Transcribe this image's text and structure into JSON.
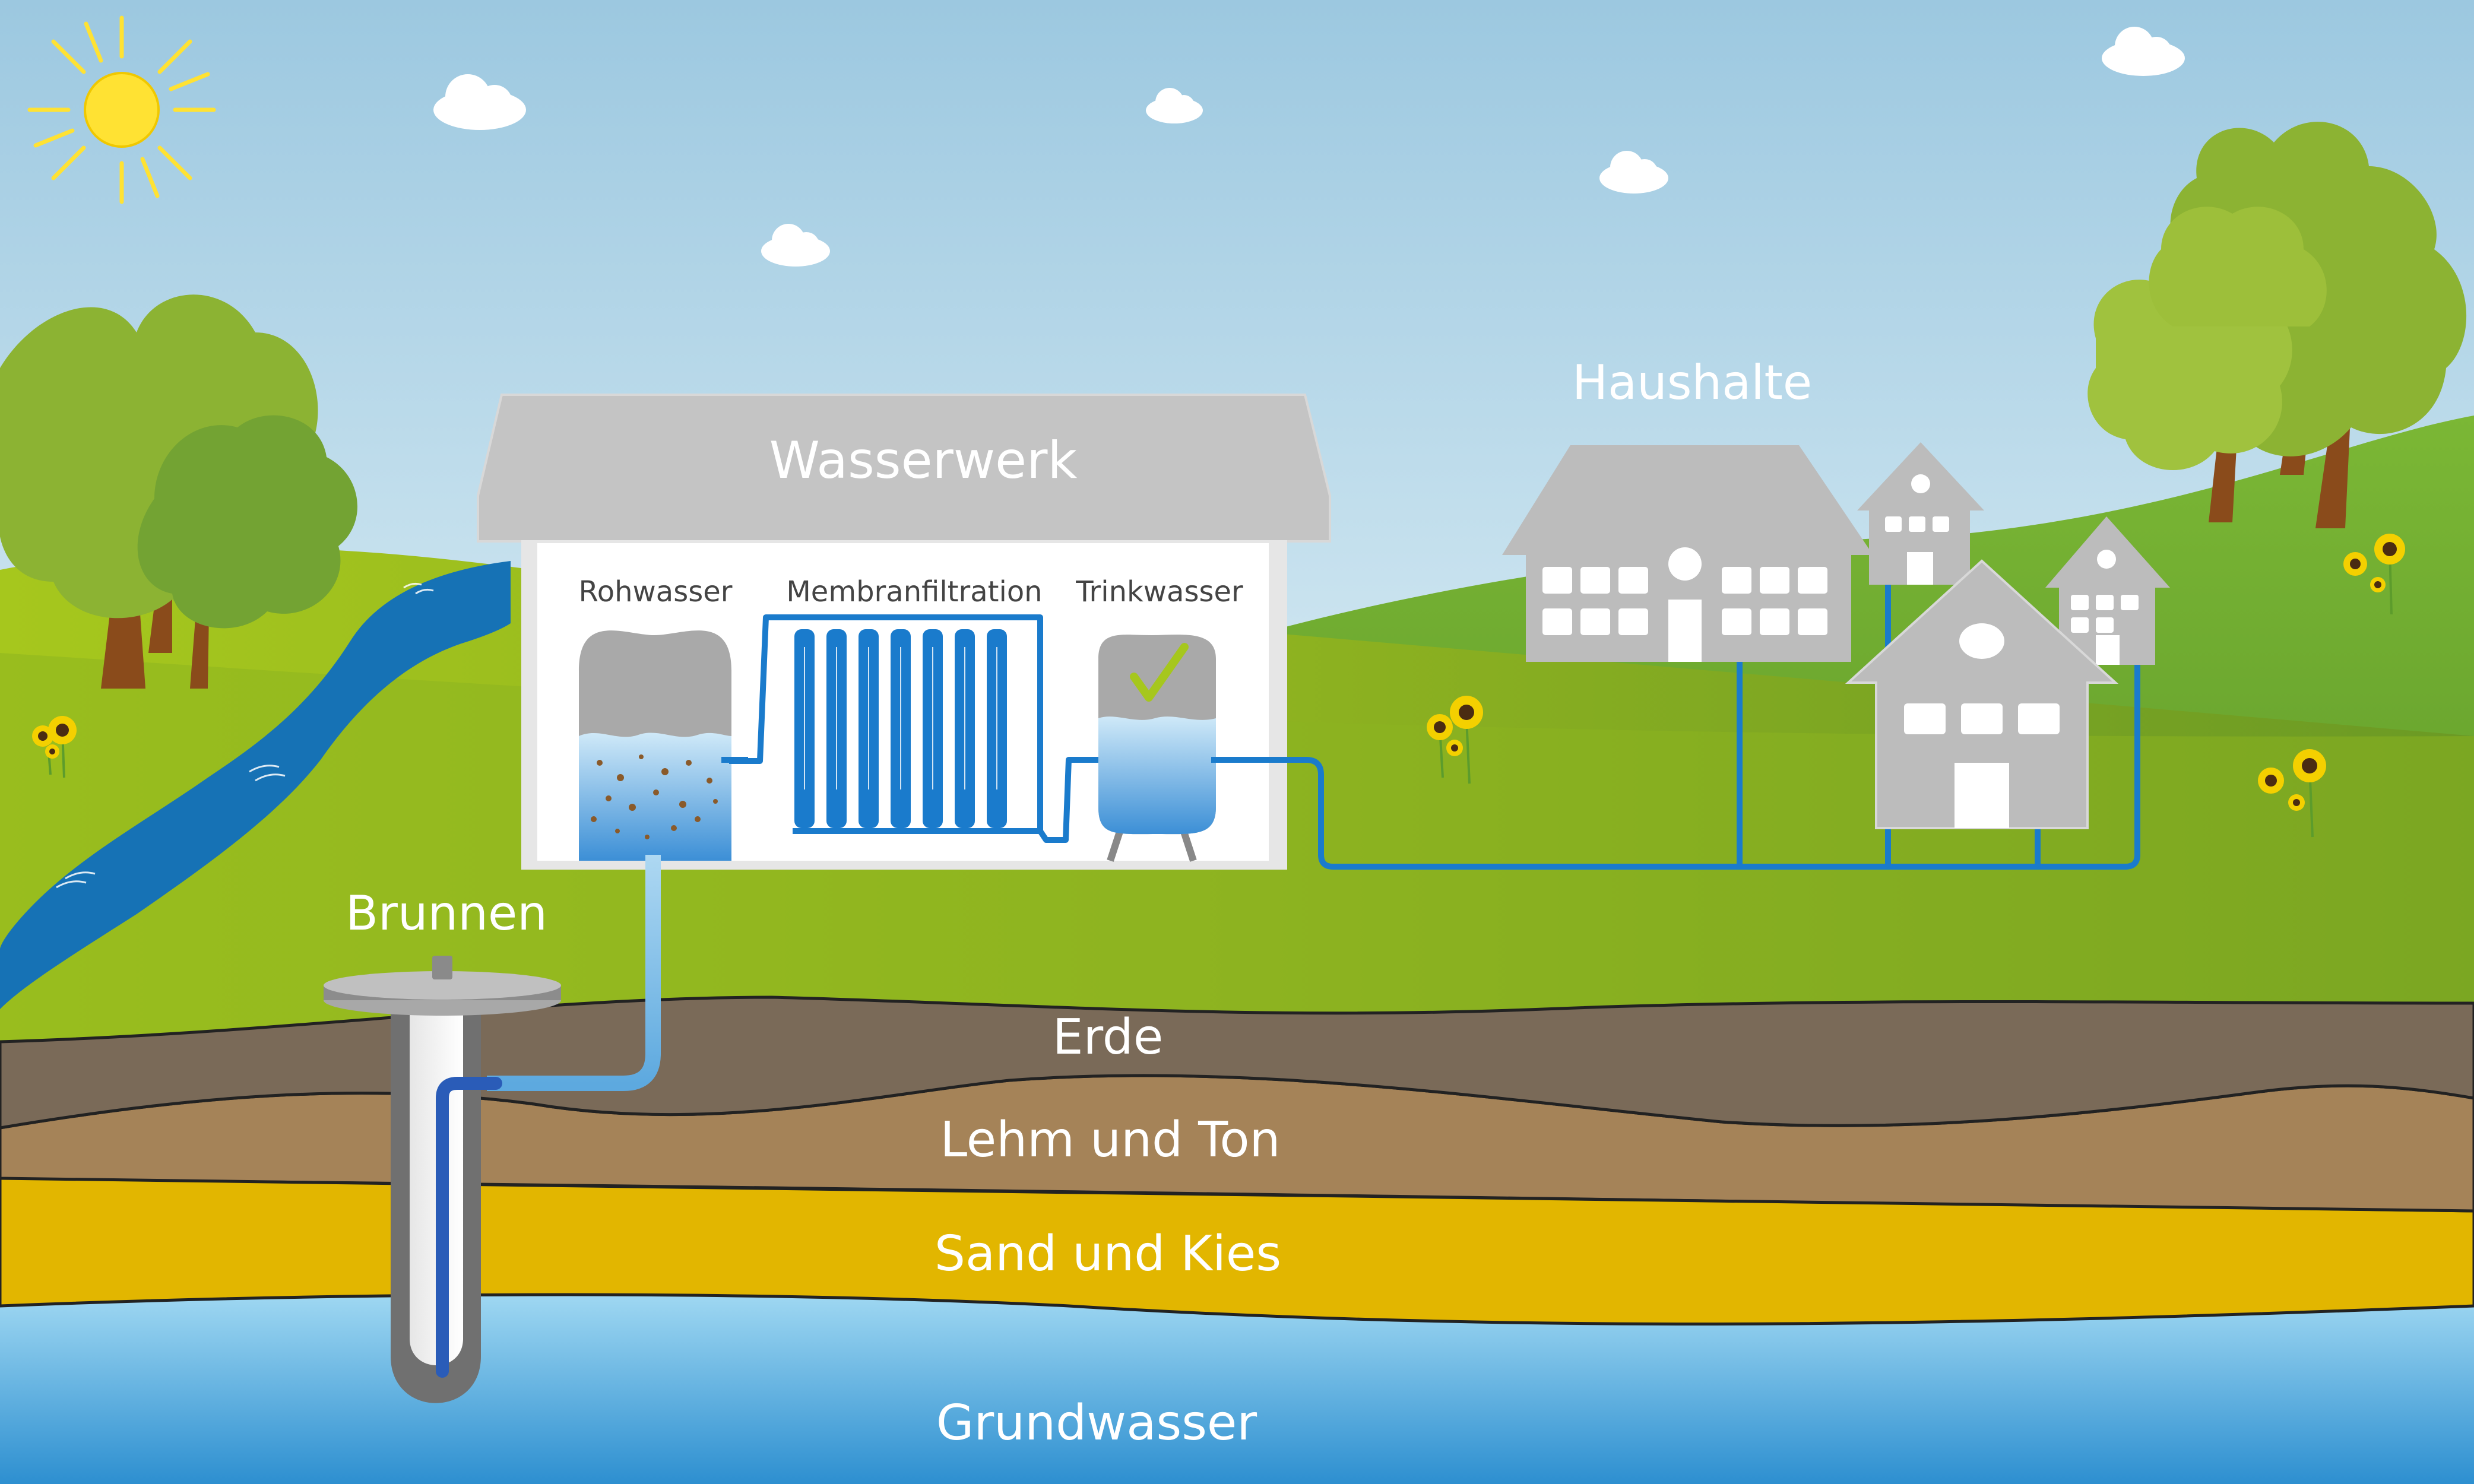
{
  "labels": {
    "wasserwerk": "Wasserwerk",
    "rohwasser": "Rohwasser",
    "membranfiltration": "Membranfiltration",
    "trinkwasser": "Trinkwasser",
    "haushalte": "Haushalte",
    "brunnen": "Brunnen",
    "erde": "Erde",
    "lehm_und_ton": "Lehm und Ton",
    "sand_und_kies": "Sand und Kies",
    "grundwasser": "Grundwasser"
  },
  "icons": [
    "sun-icon",
    "cloud-icon",
    "tree-icon",
    "sunflower-icon",
    "house-icon",
    "checkmark-icon"
  ],
  "colors": {
    "sky_top": "#9cc8e0",
    "sky_bottom": "#d9ecf4",
    "grass_light": "#a2c51c",
    "grass_dark": "#6fa124",
    "river": "#1672b5",
    "erde": "#7a6a58",
    "lehm": "#a58358",
    "sand": "#e2b600",
    "grundwasser": "#5dade0",
    "building_gray": "#bcbcbc",
    "pipe_blue": "#1a7bcc",
    "sun": "#ffe233"
  }
}
